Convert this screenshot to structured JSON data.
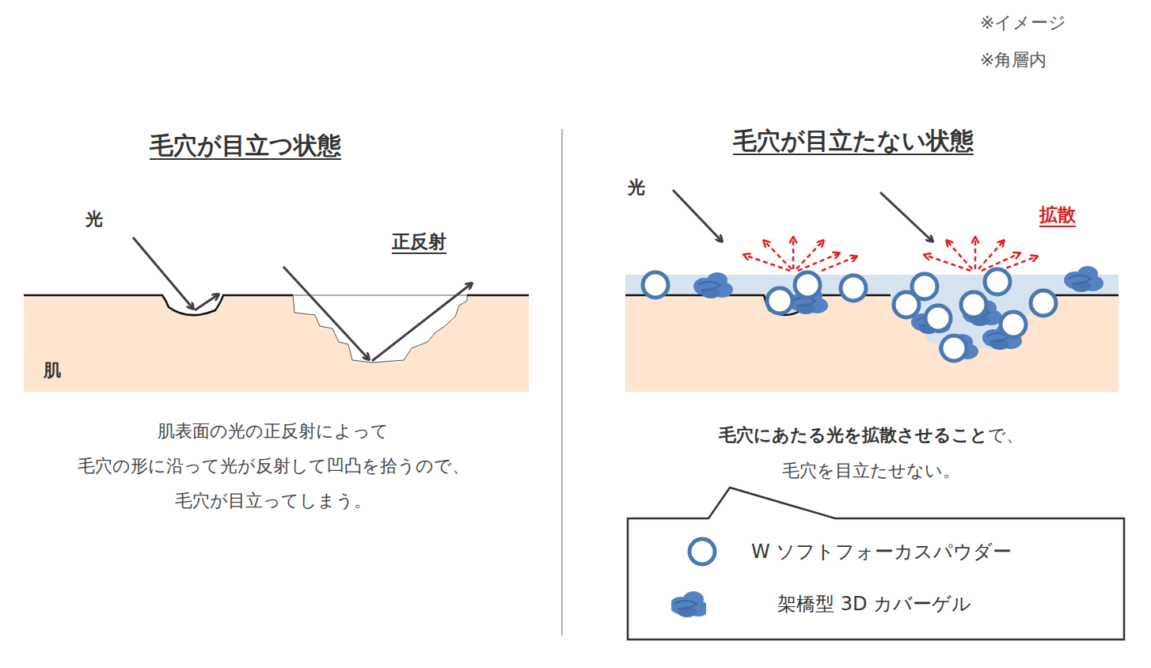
{
  "diagram": {
    "labels": [
      "※イメージ",
      "※角層内",
      "毛穴が目立つ状態",
      "毛穴が目立たない状態",
      "光",
      "正反射",
      "肌",
      "肌表面の光の正反射によって",
      "毛穴の形に沿って光が反射して凹凸を拾うので、",
      "毛穴が目立ってしまう。",
      "光",
      "拡散",
      "毛穴にあたる光を拡散させること",
      "で、",
      "毛穴を目立たせない。"
    ],
    "legend": [
      {
        "text": "W ソフトフォーカスパウダー"
      },
      {
        "text": "架橋型 3D カバーゲル"
      }
    ]
  }
}
